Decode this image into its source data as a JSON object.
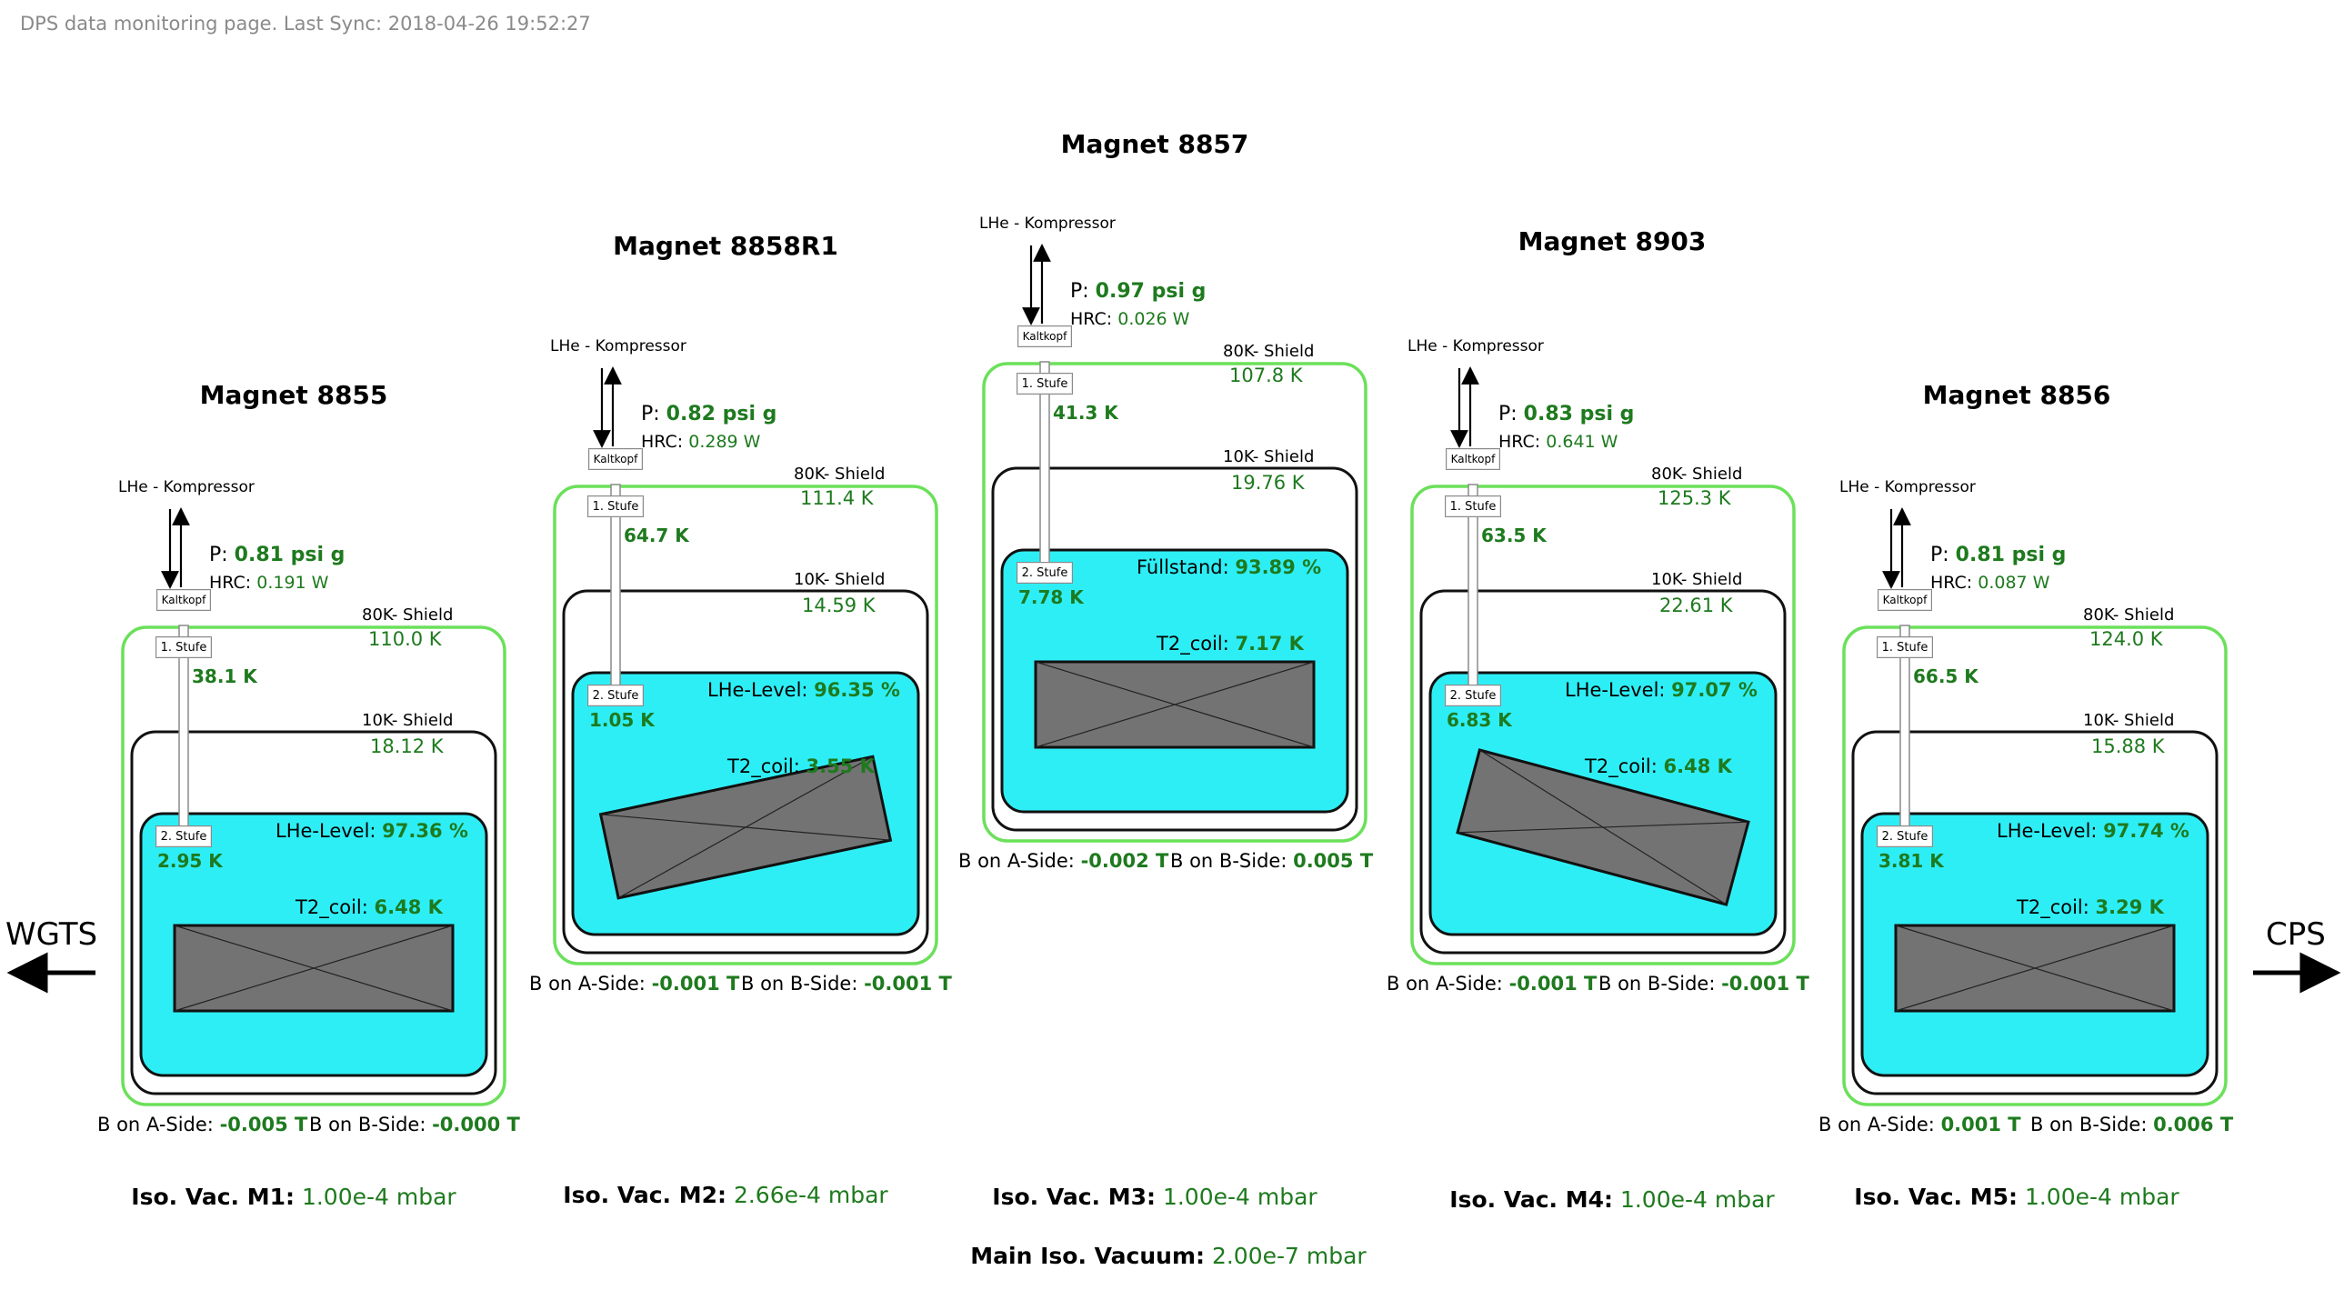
{
  "header": {
    "sync_text": "DPS data monitoring page. Last Sync: 2018-04-26 19:52:27"
  },
  "labels": {
    "compressor": "LHe - Kompressor",
    "kaltkopf": "Kaltkopf",
    "stufe1": "1. Stufe",
    "stufe2": "2. Stufe",
    "shield80": "80K- Shield",
    "shield10": "10K- Shield",
    "p_prefix": "P: ",
    "hrc_prefix": "HRC: ",
    "t2coil_prefix": "T2_coil: ",
    "b_a_prefix": "B on A-Side: ",
    "b_b_prefix": "B on B-Side: "
  },
  "sides": {
    "left": "WGTS",
    "right": "CPS"
  },
  "magnets": [
    {
      "title": "Magnet 8855",
      "pressure": "0.81 psi g",
      "hrc": "0.191 W",
      "shield80": "110.0 K",
      "shield10": "18.12 K",
      "stufe1_temp": "38.1 K",
      "stufe2_temp": "2.95 K",
      "level_label": "LHe-Level: ",
      "level": "97.36 %",
      "t2coil": "6.48 K",
      "b_a": "-0.005 T",
      "b_b": "-0.000 T",
      "iso_label": "Iso. Vac. M1:",
      "iso_value": "1.00e-4 mbar"
    },
    {
      "title": "Magnet 8858R1",
      "pressure": "0.82 psi g",
      "hrc": "0.289 W",
      "shield80": "111.4 K",
      "shield10": "14.59 K",
      "stufe1_temp": "64.7 K",
      "stufe2_temp": "1.05 K",
      "level_label": "LHe-Level: ",
      "level": "96.35 %",
      "t2coil": "3.55 K",
      "b_a": "-0.001 T",
      "b_b": "-0.001 T",
      "iso_label": "Iso. Vac. M2:",
      "iso_value": "2.66e-4 mbar"
    },
    {
      "title": "Magnet 8857",
      "pressure": "0.97 psi g",
      "hrc": "0.026 W",
      "shield80": "107.8 K",
      "shield10": "19.76 K",
      "stufe1_temp": "41.3 K",
      "stufe2_temp": "7.78 K",
      "level_label": "Füllstand: ",
      "level": "93.89 %",
      "t2coil": "7.17 K",
      "b_a": "-0.002 T",
      "b_b": "0.005 T",
      "iso_label": "Iso. Vac. M3:",
      "iso_value": "1.00e-4 mbar"
    },
    {
      "title": "Magnet 8903",
      "pressure": "0.83 psi g",
      "hrc": "0.641 W",
      "shield80": "125.3 K",
      "shield10": "22.61 K",
      "stufe1_temp": "63.5 K",
      "stufe2_temp": "6.83 K",
      "level_label": "LHe-Level: ",
      "level": "97.07 %",
      "t2coil": "6.48 K",
      "b_a": "-0.001 T",
      "b_b": "-0.001 T",
      "iso_label": "Iso. Vac. M4:",
      "iso_value": "1.00e-4 mbar"
    },
    {
      "title": "Magnet 8856",
      "pressure": "0.81 psi g",
      "hrc": "0.087 W",
      "shield80": "124.0 K",
      "shield10": "15.88 K",
      "stufe1_temp": "66.5 K",
      "stufe2_temp": "3.81 K",
      "level_label": "LHe-Level: ",
      "level": "97.74 %",
      "t2coil": "3.29 K",
      "b_a": "0.001 T",
      "b_b": "0.006 T",
      "iso_label": "Iso. Vac. M5:",
      "iso_value": "1.00e-4 mbar"
    }
  ],
  "main_iso": {
    "label": "Main Iso. Vacuum:",
    "value": "2.00e-7 mbar"
  },
  "colors": {
    "value_green": "#1e7a1e",
    "shield80_border": "#6be05a",
    "lhe_fill": "#2eeef5",
    "coil_fill": "#737373"
  }
}
